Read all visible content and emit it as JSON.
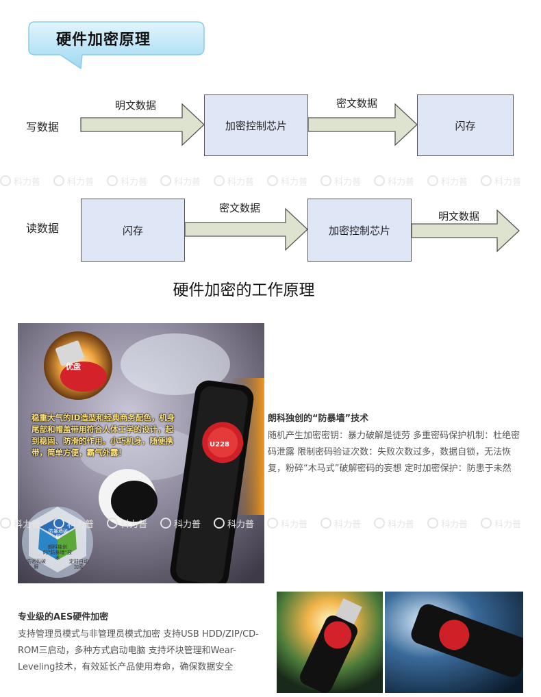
{
  "section_title": "硬件加密原理",
  "diagram": {
    "write_row": {
      "label": "写数据",
      "arrow1_label": "明文数据",
      "box1": "加密控制芯片",
      "arrow2_label": "密文数据",
      "box2": "闪存"
    },
    "read_row": {
      "label": "读数据",
      "box1": "闪存",
      "arrow1_label": "密文数据",
      "box2": "加密控制芯片",
      "arrow2_label": "明文数据"
    },
    "caption": "硬件加密的工作原理"
  },
  "watermark": {
    "text": "科力普"
  },
  "photo1": {
    "overlay_text": "稳重大气的ID造型和经典商务配色，机身尾部和帽盖带用符合人体工学的设计，起到稳固、防滑的作用。小巧机身，随便携带，简单方便，霸气外露！",
    "brand_label": "优盘",
    "model_label": "U228",
    "badge_top": "防暴墙破解",
    "badge_center": "朗科独创的“防暴墙”技术",
    "badge_left": "防密码破解",
    "badge_right": "定时自动加密"
  },
  "feature1": {
    "title": "朗科独创的“防暴墙”技术",
    "body": "随机产生加密密钥：暴力破解是徒劳 多重密码保护机制：杜绝密码泄露 限制密码验证次数：失败次数过多，数据自锁，无法恢复，粉碎“木马式”破解密码的妄想 定时加密保护：防患于未然"
  },
  "feature2": {
    "title": "专业级的AES硬件加密",
    "body": "支持管理员模式与非管理员模式加密 支持USB HDD/ZIP/CD-ROM三启动，多种方式启动电脑 支持坏块管理和Wear-Leveling技术，有效延长产品使用寿命，确保数据安全"
  },
  "colors": {
    "banner_fill": "#bfe6f7",
    "box_fill": "#dfe6f5",
    "arrow_fill": "#dde3cf"
  }
}
